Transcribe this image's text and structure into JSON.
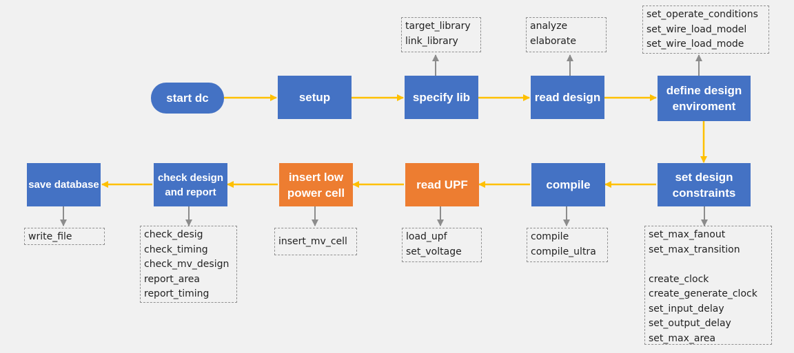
{
  "colors": {
    "process": "#4472c4",
    "power": "#ed7d31",
    "flow_arrow": "#ffc000",
    "command_arrow": "#8c8c8c",
    "background": "#f1f1f1"
  },
  "nodes": {
    "start": {
      "label": "start dc"
    },
    "setup": {
      "label": "setup"
    },
    "spec": {
      "label": "specify lib"
    },
    "read": {
      "label": "read design"
    },
    "env": {
      "label": "define design\nenviroment"
    },
    "cons": {
      "label": "set design\nconstraints"
    },
    "compile": {
      "label": "compile"
    },
    "upf": {
      "label": "read UPF"
    },
    "lowpow": {
      "label": "insert low\npower cell"
    },
    "check": {
      "label": "check design\nand report"
    },
    "save": {
      "label": "save database"
    }
  },
  "commands": {
    "spec": [
      "target_library",
      "link_library"
    ],
    "read": [
      "analyze",
      "elaborate"
    ],
    "env": [
      "set_operate_conditions",
      "set_wire_load_model",
      "set_wire_load_mode"
    ],
    "cons": [
      "set_max_fanout",
      "set_max_transition",
      "",
      "create_clock",
      "create_generate_clock",
      "set_input_delay",
      "set_output_delay",
      "set_max_area"
    ],
    "compile": [
      "compile",
      "compile_ultra"
    ],
    "upf": [
      "load_upf",
      "set_voltage"
    ],
    "lowpow": [
      "insert_mv_cell"
    ],
    "check": [
      "check_desig",
      "check_timing",
      "check_mv_design",
      "report_area",
      "report_timing"
    ],
    "save": [
      "write_file"
    ]
  }
}
